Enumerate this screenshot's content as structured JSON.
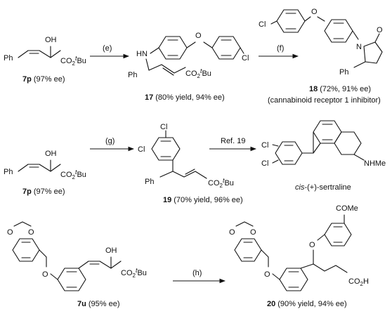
{
  "rows": [
    {
      "start": {
        "compound": "7p",
        "ee": "(97% ee)"
      },
      "reagent": "(e)",
      "product": {
        "compound": "17",
        "detail": "(80% yield,  94% ee)"
      },
      "reagent2": "(f)",
      "product2": {
        "compound": "18",
        "detail": "(72%, 91% ee)",
        "note": "(cannabinoid receptor 1 inhibitor)"
      }
    },
    {
      "start": {
        "compound": "7p",
        "ee": "(97% ee)"
      },
      "reagent": "(g)",
      "product": {
        "compound": "19",
        "detail": "(70% yield, 96% ee)"
      },
      "reagent2": "Ref. 19",
      "product2": {
        "name_italic": "cis",
        "name_rest": "-(+)-sertraline"
      }
    },
    {
      "start": {
        "compound": "7u",
        "ee": "(95% ee)"
      },
      "reagent": "(h)",
      "product": {
        "compound": "20",
        "detail": "(90% yield, 94% ee)"
      }
    }
  ],
  "atoms": {
    "oh": "OH",
    "ester": "CO",
    "sub2": "2",
    "tbu_t": "t",
    "tbu_rest": "Bu",
    "ph": "Ph",
    "hn": "HN",
    "o": "O",
    "cl": "Cl",
    "n": "N",
    "nhme": "NHMe",
    "acid": "CO",
    "acid_h": "H",
    "come": "COMe"
  }
}
